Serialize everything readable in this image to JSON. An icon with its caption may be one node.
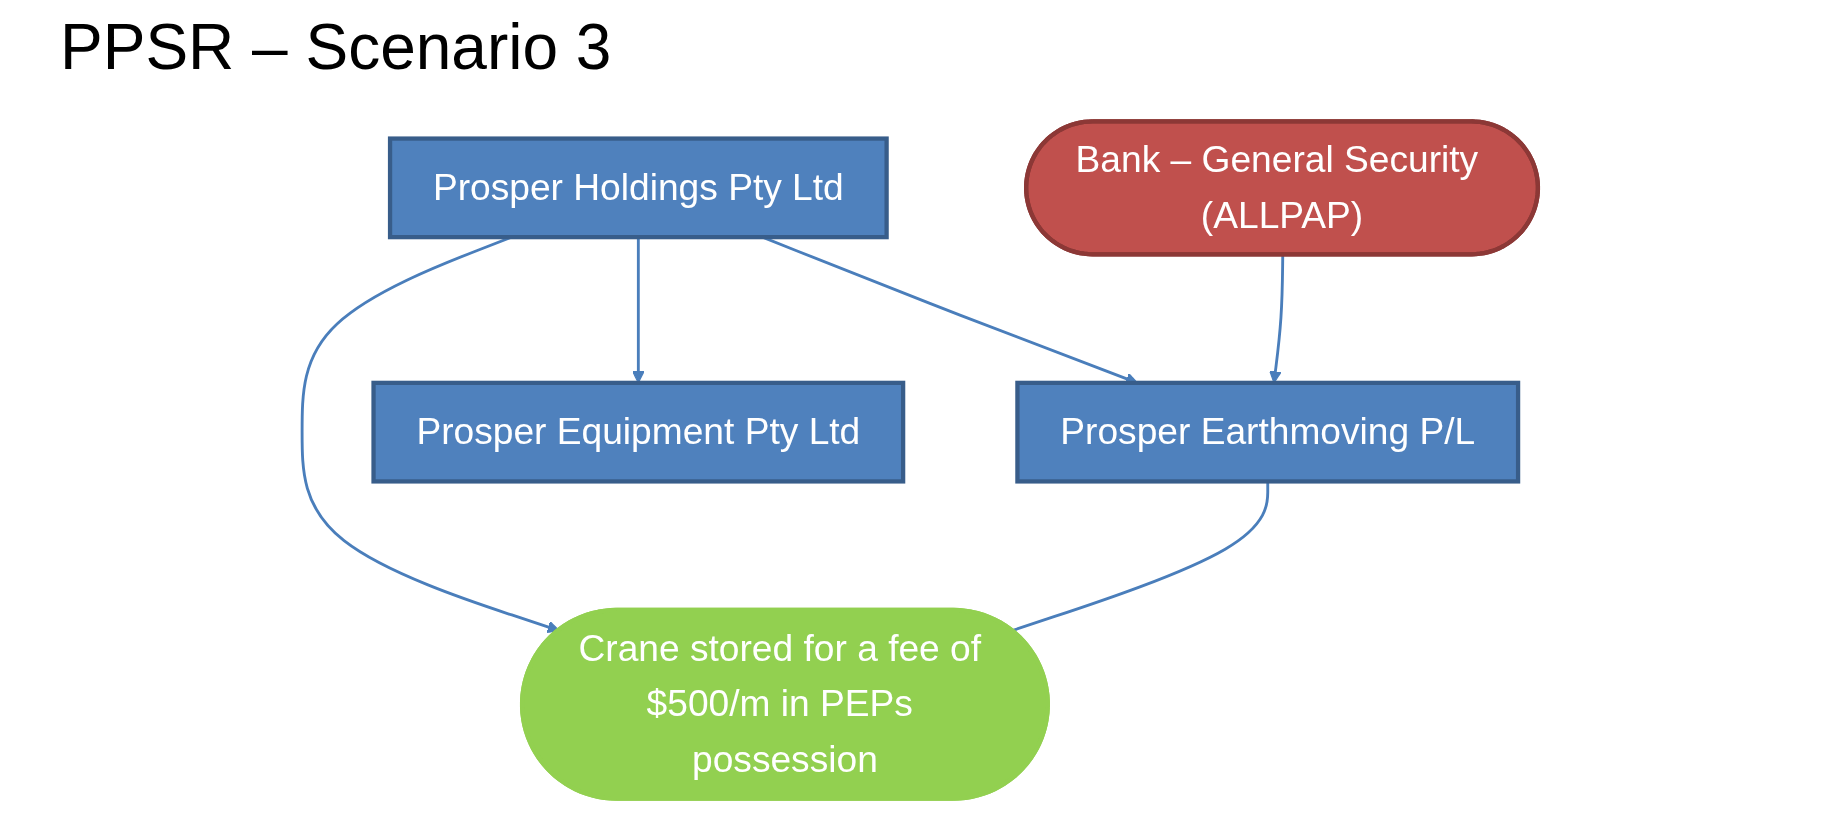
{
  "diagram": {
    "title": "PPSR – Scenario 3",
    "nodes": [
      {
        "text": [
          "Prosper Holdings Pty Ltd"
        ]
      },
      {
        "text": [
          "Bank – General Security (ALLPAP)"
        ]
      },
      {
        "text": [
          "Prosper Earthmoving P/L"
        ]
      },
      {
        "text": [
          "Prosper Equipment Pty Ltd"
        ]
      },
      {
        "text": [
          "Crane stored for a fee of $500/m in PEPs possession"
        ]
      }
    ],
    "edges": [
      {
        "from": 0,
        "to": 3,
        "arrow": "to"
      },
      {
        "from": 0,
        "to": 4,
        "arrow": "to"
      },
      {
        "from": 0,
        "to": 2,
        "arrow": "to"
      },
      {
        "from": 1,
        "to": 2,
        "arrow": "to"
      },
      {
        "from": 2,
        "to": 4,
        "arrow": "none"
      }
    ]
  }
}
